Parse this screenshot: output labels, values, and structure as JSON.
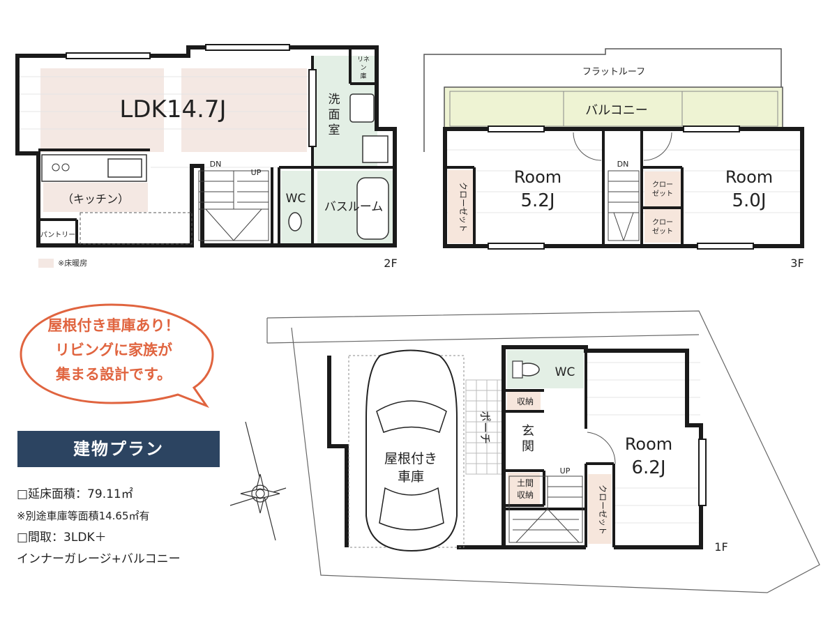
{
  "floor2": {
    "ldk": "LDK14.7J",
    "kitchen": "（キッチン）",
    "washroom": [
      "洗",
      "面",
      "室"
    ],
    "linen": [
      "リネ",
      "ン",
      "庫"
    ],
    "wc": "WC",
    "bathroom": "バスルーム",
    "pantry": "パントリー",
    "dn": "DN",
    "up": "UP",
    "floor_label": "2F",
    "legend": "※床暖房"
  },
  "floor3": {
    "flat_roof": "フラットルーフ",
    "balcony": "バルコニー",
    "room_left": [
      "Room",
      "5.2J"
    ],
    "room_right": [
      "Room",
      "5.0J"
    ],
    "closet_left": "クローゼット",
    "closet_small_1": [
      "クロー",
      "ゼット"
    ],
    "closet_small_2": [
      "クロー",
      "ゼット"
    ],
    "dn": "DN",
    "floor_label": "3F"
  },
  "floor1": {
    "garage": [
      "屋根付き",
      "車庫"
    ],
    "porch": "ポーチ",
    "entrance": [
      "玄",
      "関"
    ],
    "storage": "収納",
    "earth_storage": [
      "土間",
      "収納"
    ],
    "wc": "WC",
    "room": [
      "Room",
      "6.2J"
    ],
    "closet": "クローゼット",
    "up": "UP",
    "floor_label": "1F"
  },
  "bubble": {
    "lines": [
      "屋根付き車庫あり！",
      "リビングに家族が",
      "集まる設計です。"
    ]
  },
  "plan_title": "建物プラン",
  "specs": {
    "area": "□延床面積：79.11㎡",
    "garage_area": "※別途車庫等面積14.65㎡有",
    "layout": "□間取：3LDK＋",
    "extras": "インナーガレージ+バルコニー"
  },
  "colors": {
    "accent": "#e0643f",
    "banner": "#2c4461",
    "floor_heating": "#f4e8e3",
    "wet_area": "#e3efe5",
    "balcony": "#eef3d3",
    "closet": "#f6e6dc"
  }
}
